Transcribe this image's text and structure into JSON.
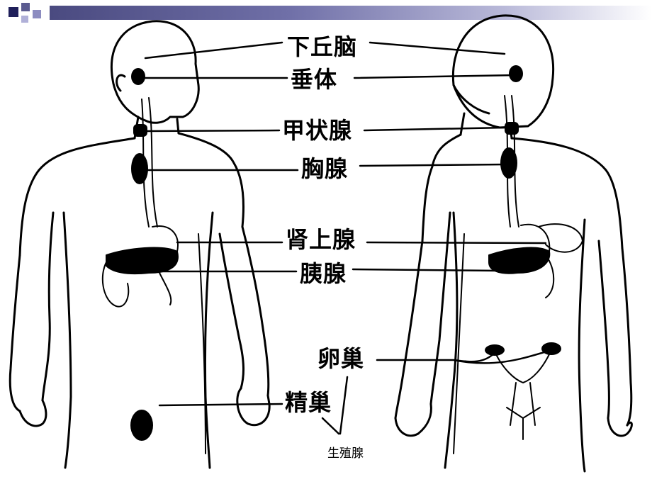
{
  "labels": {
    "hypothalamus": "下丘脑",
    "pituitary": "垂体",
    "thyroid": "甲状腺",
    "thymus": "胸腺",
    "adrenal": "肾上腺",
    "pancreas": "胰腺",
    "ovary": "卵巢",
    "testis": "精巢",
    "gonads": "生殖腺"
  },
  "colors": {
    "header_dark": "#4a4a80",
    "header_light": "#b8b8d8",
    "line": "#000000"
  }
}
